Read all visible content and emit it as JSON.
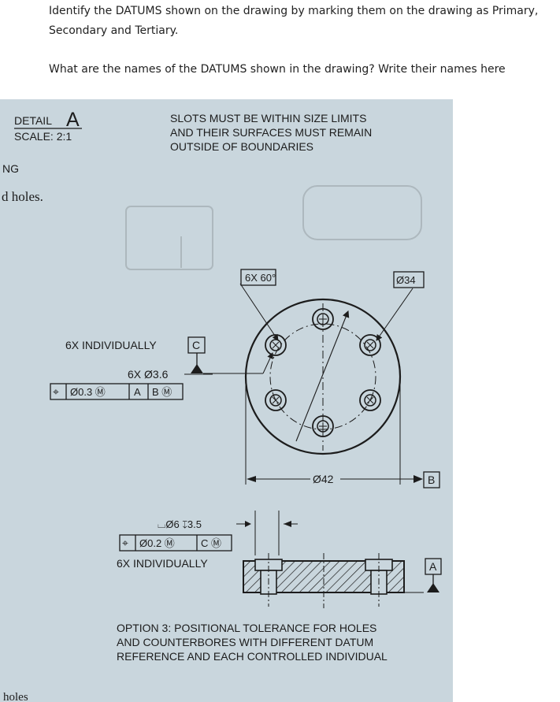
{
  "question": {
    "instruction": "Identify the DATUMS shown on the drawing by marking them on the drawing as Primary, Secondary and Tertiary.",
    "prompt": "What are the names of the DATUMS shown in the drawing? Write their names here"
  },
  "photo": {
    "background_color": "#c9d6dd",
    "ink_color": "#1c1c1c",
    "detail_label": "DETAIL",
    "detail_letter": "A",
    "scale_label": "SCALE: 2:1",
    "note_lines": [
      "SLOTS MUST BE WITHIN SIZE LIMITS",
      "AND THEIR SURFACES MUST REMAIN",
      "OUTSIDE OF BOUNDARIES"
    ],
    "margin_text_1": "NG",
    "margin_text_2": "d holes.",
    "margin_text_3": "holes",
    "angle_callout": "6X 60°",
    "bolt_circle_dim": "Ø34",
    "individually_c_text": "6X INDIVIDUALLY",
    "datum_c": "C",
    "hole_dim": "6X Ø3.6",
    "hole_fcf": [
      "⌖",
      "Ø0.3 Ⓜ",
      "A",
      "B Ⓜ"
    ],
    "outer_dim": "Ø42",
    "datum_b": "B",
    "counterbore_dim": "⌴Ø6 ↧3.5",
    "cbore_fcf": [
      "⌖",
      "Ø0.2 Ⓜ",
      "C Ⓜ"
    ],
    "individually_text": "6X INDIVIDUALLY",
    "datum_a": "A",
    "caption_lines": [
      "OPTION 3: POSITIONAL TOLERANCE FOR HOLES",
      "AND COUNTERBORES WITH DIFFERENT DATUM",
      "REFERENCE AND EACH CONTROLLED INDIVIDUAL"
    ]
  }
}
